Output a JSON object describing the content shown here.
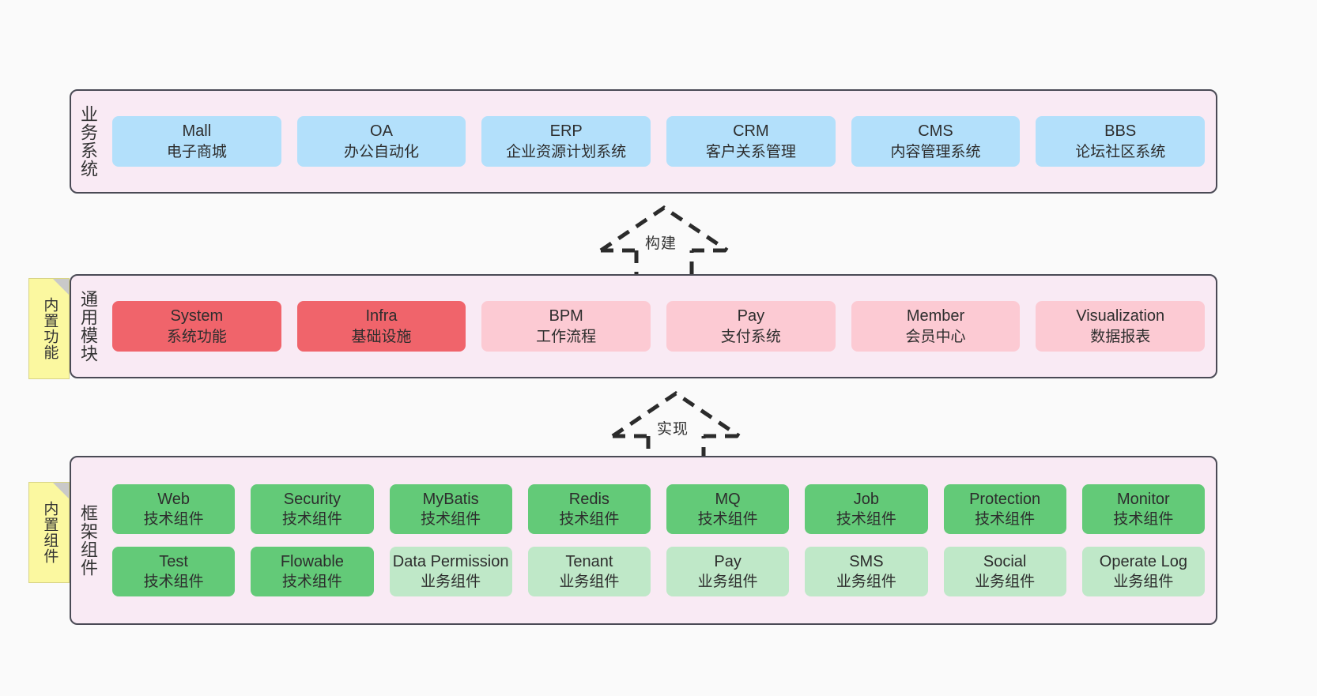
{
  "diagram": {
    "layers": [
      {
        "id": "business",
        "title": "业务系统",
        "rows": [
          {
            "cards": [
              {
                "title": "Mall",
                "sub": "电子商城",
                "color": "blue"
              },
              {
                "title": "OA",
                "sub": "办公自动化",
                "color": "blue"
              },
              {
                "title": "ERP",
                "sub": "企业资源计划系统",
                "color": "blue"
              },
              {
                "title": "CRM",
                "sub": "客户关系管理",
                "color": "blue"
              },
              {
                "title": "CMS",
                "sub": "内容管理系统",
                "color": "blue"
              },
              {
                "title": "BBS",
                "sub": "论坛社区系统",
                "color": "blue"
              }
            ]
          }
        ]
      },
      {
        "id": "common",
        "title": "通用模块",
        "rows": [
          {
            "cards": [
              {
                "title": "System",
                "sub": "系统功能",
                "color": "red"
              },
              {
                "title": "Infra",
                "sub": "基础设施",
                "color": "red"
              },
              {
                "title": "BPM",
                "sub": "工作流程",
                "color": "pink"
              },
              {
                "title": "Pay",
                "sub": "支付系统",
                "color": "pink"
              },
              {
                "title": "Member",
                "sub": "会员中心",
                "color": "pink"
              },
              {
                "title": "Visualization",
                "sub": "数据报表",
                "color": "pink"
              }
            ]
          }
        ]
      },
      {
        "id": "framework",
        "title": "框架组件",
        "rows": [
          {
            "cards": [
              {
                "title": "Web",
                "sub": "技术组件",
                "color": "green"
              },
              {
                "title": "Security",
                "sub": "技术组件",
                "color": "green"
              },
              {
                "title": "MyBatis",
                "sub": "技术组件",
                "color": "green"
              },
              {
                "title": "Redis",
                "sub": "技术组件",
                "color": "green"
              },
              {
                "title": "MQ",
                "sub": "技术组件",
                "color": "green"
              },
              {
                "title": "Job",
                "sub": "技术组件",
                "color": "green"
              },
              {
                "title": "Protection",
                "sub": "技术组件",
                "color": "green"
              },
              {
                "title": "Monitor",
                "sub": "技术组件",
                "color": "green"
              }
            ]
          },
          {
            "cards": [
              {
                "title": "Test",
                "sub": "技术组件",
                "color": "green"
              },
              {
                "title": "Flowable",
                "sub": "技术组件",
                "color": "green"
              },
              {
                "title": "Data Permission",
                "sub": "业务组件",
                "color": "green-light"
              },
              {
                "title": "Tenant",
                "sub": "业务组件",
                "color": "green-light"
              },
              {
                "title": "Pay",
                "sub": "业务组件",
                "color": "green-light"
              },
              {
                "title": "SMS",
                "sub": "业务组件",
                "color": "green-light"
              },
              {
                "title": "Social",
                "sub": "业务组件",
                "color": "green-light"
              },
              {
                "title": "Operate Log",
                "sub": "业务组件",
                "color": "green-light"
              }
            ]
          }
        ]
      }
    ],
    "notes": [
      {
        "id": "builtin-func",
        "text": "内置功能"
      },
      {
        "id": "builtin-comp",
        "text": "内置组件"
      }
    ],
    "arrows": [
      {
        "id": "build",
        "label": "构建"
      },
      {
        "id": "realize",
        "label": "实现"
      }
    ],
    "colors": {
      "panel_bg": "#f9eaf4",
      "panel_border": "#4a4a55",
      "blue": "#b3e0fb",
      "red": "#f0646b",
      "pink": "#fccad3",
      "green": "#63ca78",
      "green_light": "#bfe8c8",
      "note_bg": "#fbf8a0",
      "canvas_bg": "#fafafa"
    }
  }
}
